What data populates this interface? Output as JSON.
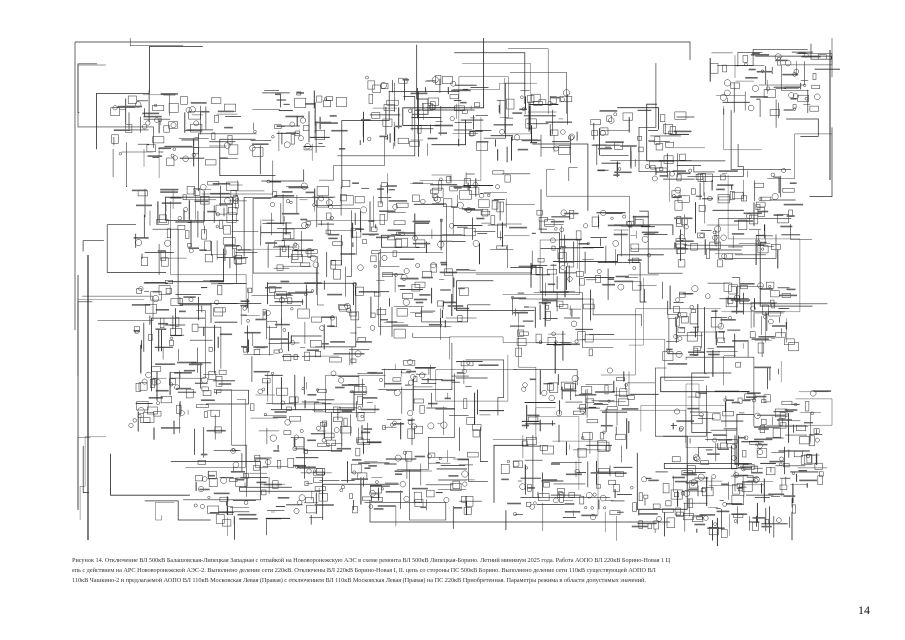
{
  "document": {
    "caption_lines": [
      "Рисунок 14. Отключение ВЛ 500кВ Балашовская-Липецкая Западная с отпайкой на Нововоронежскую АЭС в схеме ремонта ВЛ 500кВ Липецкая-Борино. Летний минимум 2025 года. Работа АОПО ВЛ 220кВ Борино-Новая 1 Ц",
      "епь с действием на АРС Нововоронежской АЭС-2. Выполнено деление сети 220кВ. Отключены ВЛ 220кВ Борино-Новая I, II. цепь со стороны ПС 500кВ Борино. Выполнено деление сети 110кВ существующей АОПО ВЛ",
      "110кВ Чашкино-2 и предлагаемой АОПО ВЛ 110кВ Московская Левая (Правая) с отключением ВЛ 110кВ Московская Левая (Правая) на ПС 220кВ Приобретенная. Параметры режима в области допустимых значений."
    ],
    "page_number": "14"
  },
  "colors": {
    "line": "#2b2b2b",
    "background": "#ffffff"
  }
}
